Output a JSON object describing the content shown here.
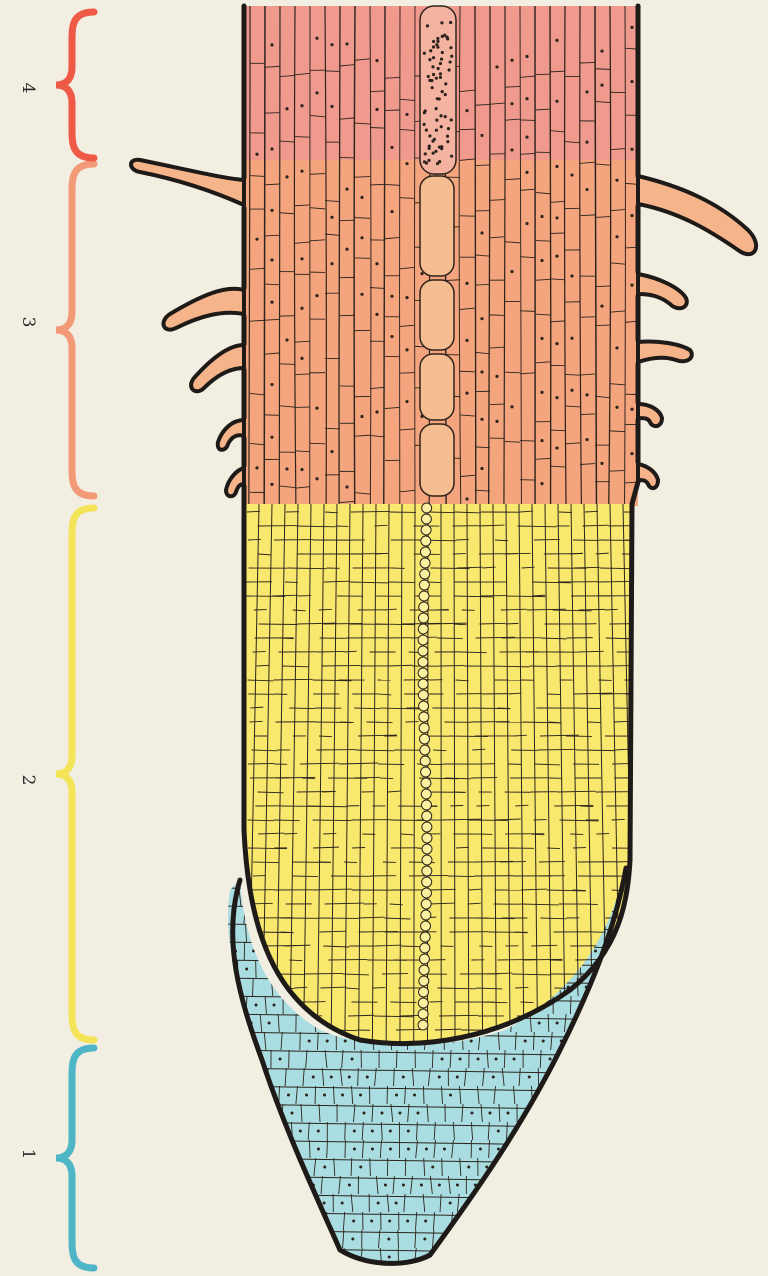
{
  "diagram": {
    "zones": [
      {
        "id": "root-cap",
        "label": "1",
        "color": "#a9dde2",
        "bracket_color": "#4fb6c8"
      },
      {
        "id": "division-zone",
        "label": "2",
        "color": "#f8e86e",
        "bracket_color": "#f4e45a"
      },
      {
        "id": "root-hair-zone",
        "label": "3",
        "color": "#f5a57d",
        "bracket_color": "#f29a78"
      },
      {
        "id": "conduction-zone",
        "label": "4",
        "color": "#f09a8e",
        "bracket_color": "#ee5a45"
      }
    ],
    "outline_color": "#1e1a18",
    "cell_line_color": "#2d241d",
    "background_color": "#f3eee2"
  }
}
